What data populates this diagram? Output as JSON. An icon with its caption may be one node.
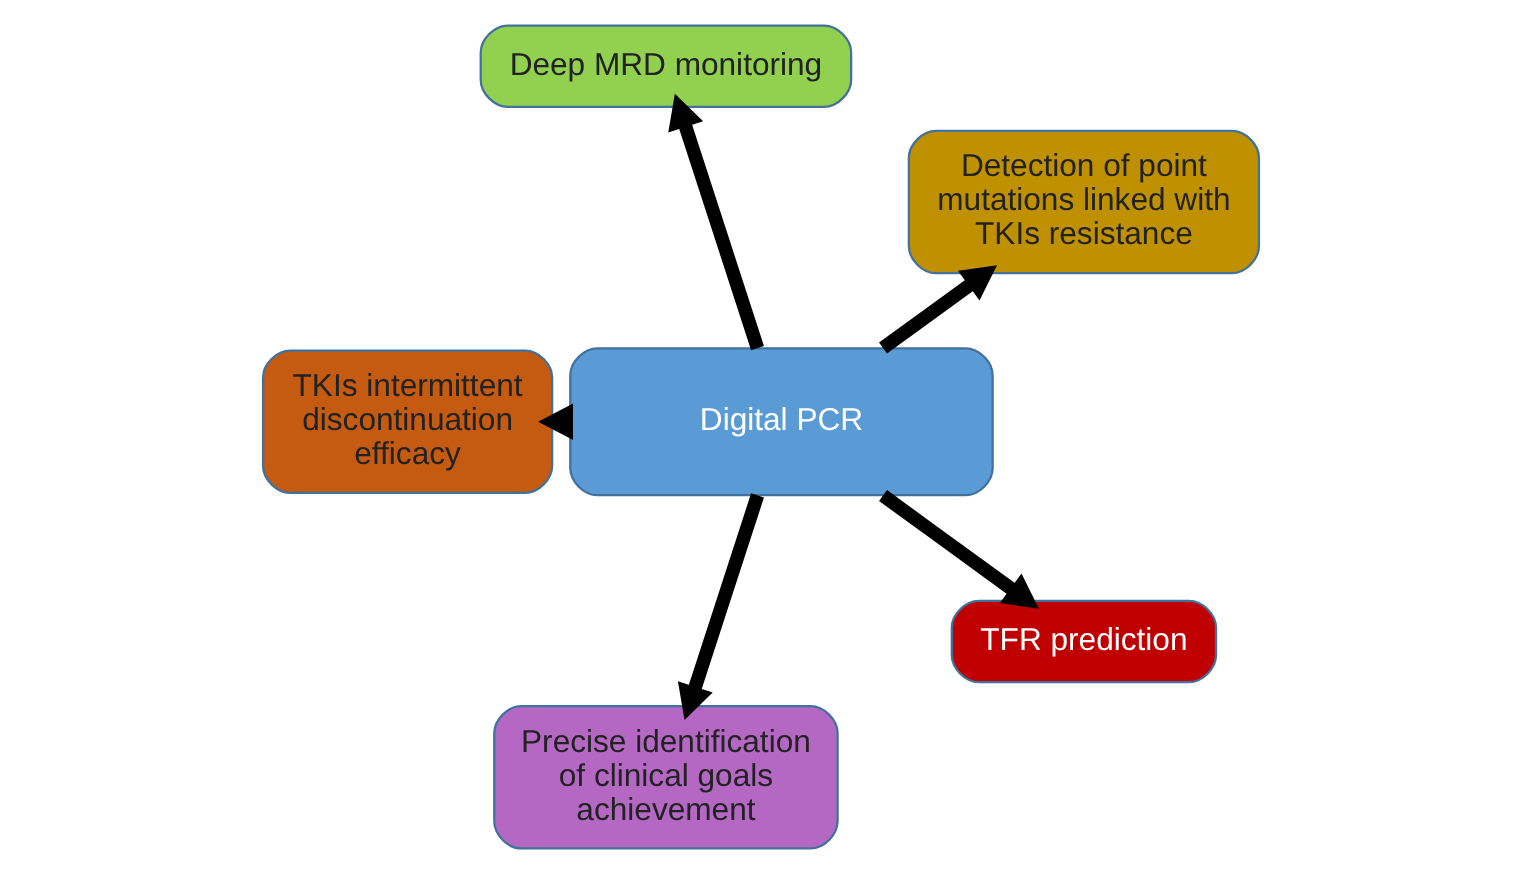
{
  "diagram": {
    "nodes": [
      {
        "text": [
          "Detection of point mutations linked with TKIs resistance"
        ]
      },
      {
        "text": [
          "Deep MRD monitoring"
        ]
      },
      {
        "text": [
          "TKIs intermittent discontinuation efficacy"
        ]
      },
      {
        "text": [
          "Digital PCR"
        ]
      },
      {
        "text": [
          "Precise identification of clinical goals achievement"
        ]
      },
      {
        "text": [
          "TFR prediction"
        ]
      }
    ],
    "edges": [
      {
        "from": 3,
        "to": 1,
        "arrow": "to"
      },
      {
        "from": 3,
        "to": 0,
        "arrow": "to"
      },
      {
        "from": 3,
        "to": 2,
        "arrow": "to"
      },
      {
        "from": 3,
        "to": 4,
        "arrow": "to"
      },
      {
        "from": 3,
        "to": 5,
        "arrow": "to"
      }
    ]
  }
}
